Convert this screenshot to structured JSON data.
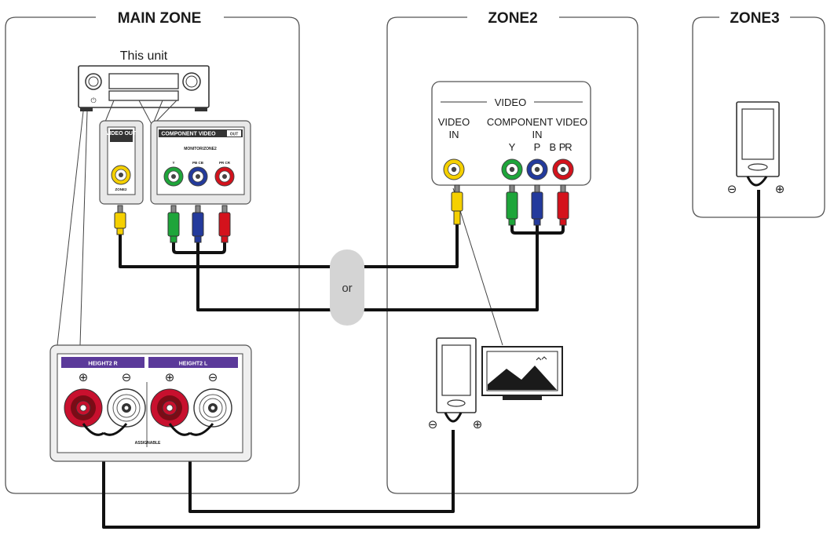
{
  "zones": {
    "main": "MAIN ZONE",
    "zone2": "ZONE2",
    "zone3": "ZONE3"
  },
  "main_unit": {
    "label": "This unit",
    "video_out_label": "VIDEO OUT",
    "video_out_sub": "ZONE2",
    "component_label": "COMPONENT VIDEO",
    "component_badge": "OUT",
    "component_sub": "MONITOR/ZONE2",
    "component_jacks": [
      "Y",
      "PB CB",
      "PR CR"
    ],
    "speaker_panel": {
      "left_label": "HEIGHT2 R",
      "right_label": "HEIGHT2 L",
      "assignable": "ASSIGNABLE"
    }
  },
  "zone2_panel": {
    "section_label": "VIDEO",
    "video_in": [
      "VIDEO",
      "IN"
    ],
    "component_in": [
      "COMPONENT VIDEO",
      "IN"
    ],
    "jack_labels": [
      "Y",
      "P",
      "B P",
      "R"
    ]
  },
  "or_label": "or",
  "symbols": {
    "plus": "⊕",
    "minus": "⊖"
  },
  "colors": {
    "yellow": "#f5d000",
    "green": "#1ea53a",
    "blue": "#233a9c",
    "red": "#d4121c",
    "speaker_red": "#c8102e",
    "cable": "#111111",
    "purple": "#5b3a9a"
  }
}
